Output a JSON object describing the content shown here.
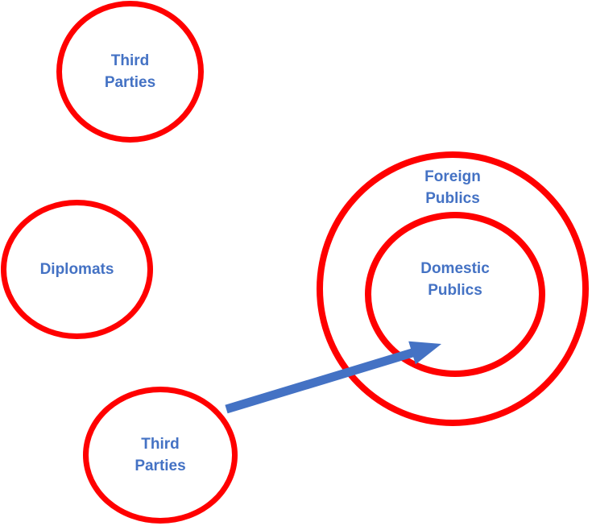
{
  "colors": {
    "background": "#ffffff",
    "circle_stroke": "#ff0000",
    "label": "#4472c4",
    "arrow": "#4472c4"
  },
  "nodes": {
    "third_parties_top": {
      "line1": "Third",
      "line2": "Parties"
    },
    "diplomats": {
      "line1": "Diplomats"
    },
    "third_parties_bottom": {
      "line1": "Third",
      "line2": "Parties"
    },
    "foreign_publics": {
      "line1": "Foreign",
      "line2": "Publics"
    },
    "domestic_publics": {
      "line1": "Domestic",
      "line2": "Publics"
    }
  },
  "arrow": {
    "from": "Third Parties",
    "to": "Domestic Publics"
  }
}
